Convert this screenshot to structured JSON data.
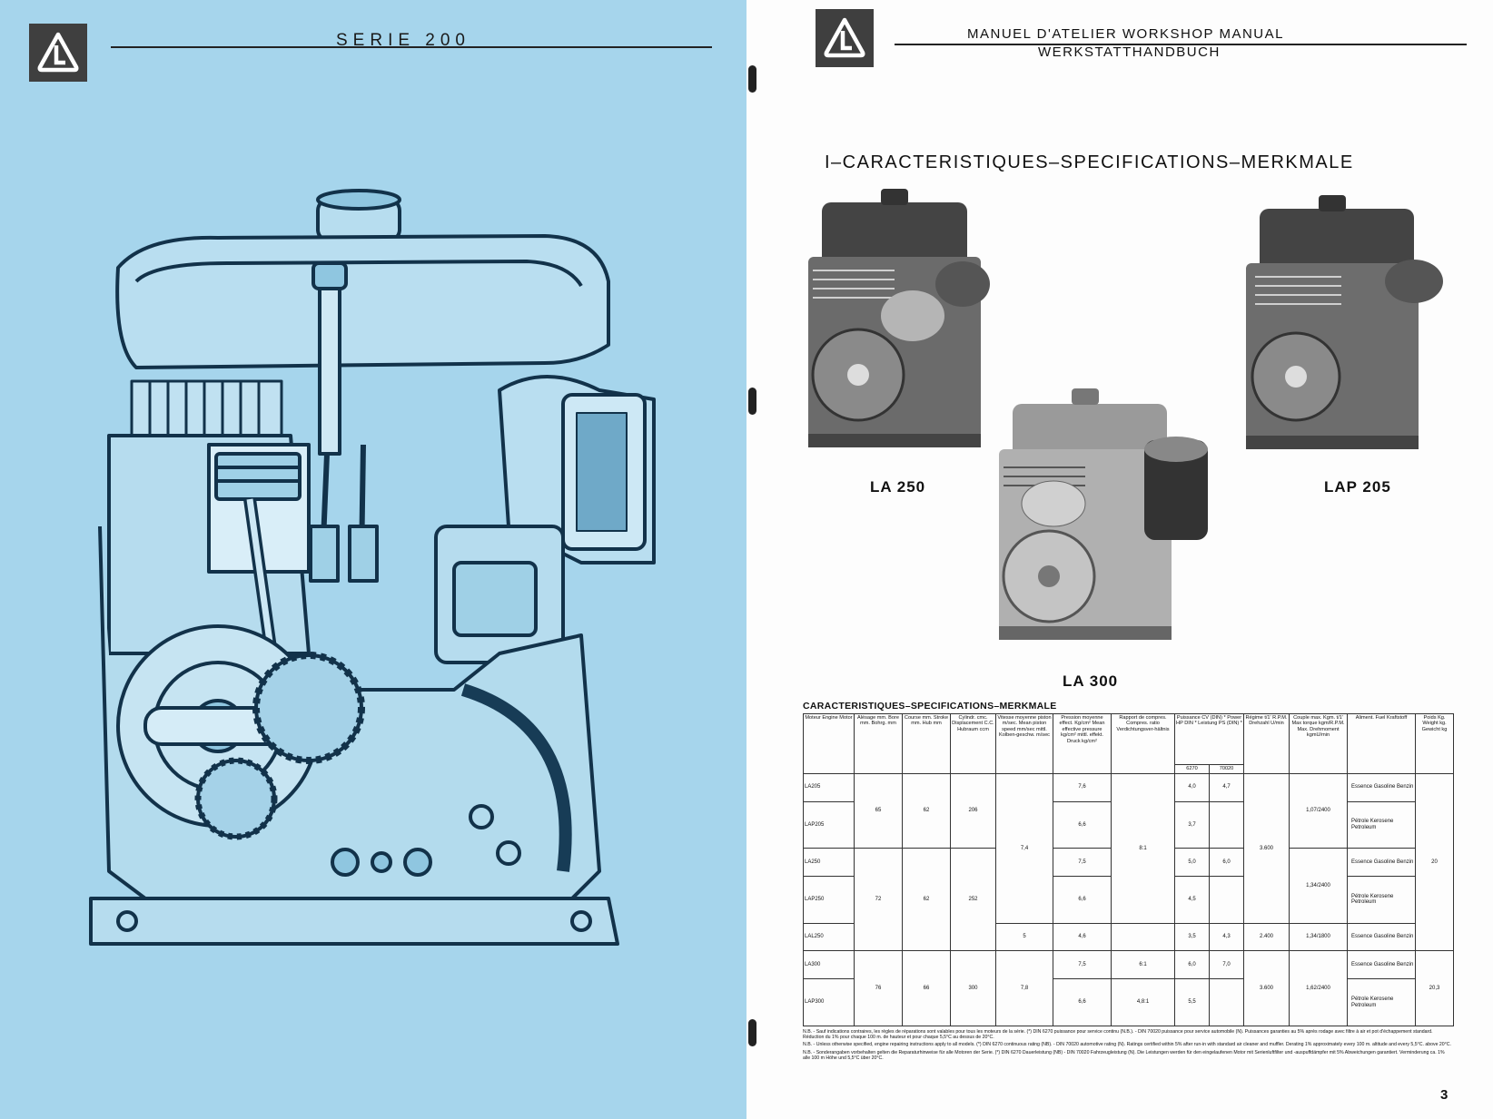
{
  "left_page": {
    "title": "SERIE 200"
  },
  "right_page": {
    "header_line1": "MANUEL D'ATELIER WORKSHOP MANUAL",
    "header_line2": "WERKSTATTHANDBUCH",
    "section_title": "I–CARACTERISTIQUES–SPECIFICATIONS–MERKMALE",
    "engines": [
      "LA 250",
      "LAP 205",
      "LA 300"
    ],
    "page_number": "3"
  },
  "table": {
    "title": "CARACTERISTIQUES–SPECIFICATIONS–MERKMALE",
    "headers": [
      "Moteur Engine Motor",
      "Alésage mm. Bore mm. Bohrg. mm",
      "Course mm. Stroke mm. Hub mm",
      "Cylindr. cmc. Displacement C.C. Hubraum ccm",
      "Vitesse moyenne piston m/sec. Mean piston speed mm/sec mittl. Kolben-geschw. m/sec",
      "Pression moyenne effect. Kg/cm² Mean effective pressure kg/cm² mittl. effekt. Druck kg/cm²",
      "Rapport de compres. Compres. ratio Verdichtungsver-hältnis",
      "Puissance CV (DIN) * Power HP DIN * Leistung PS (DIN) *",
      "Régime t/1' R.P.M. Drehzahl U/min",
      "Couple max. Kgm. t/1' Max torque kgm/R.P.M. Max. Drehmoment kgmU/min",
      "Aliment. Fuel Kraftstoff",
      "Poids Kg. Weight kg. Gewicht kg"
    ],
    "power_sub": [
      "6270",
      "70020"
    ],
    "models": [
      "LA205",
      "LAP205",
      "LA250",
      "LAP250",
      "LAL250",
      "LA300",
      "LAP300"
    ],
    "bore": [
      "65",
      "72",
      "76"
    ],
    "stroke": [
      "62",
      "62",
      "66"
    ],
    "displacement": [
      "206",
      "252",
      "300"
    ],
    "piston_speed": [
      "7,4",
      "5",
      "7,8"
    ],
    "pressure": [
      "7,6",
      "6,6",
      "7,5",
      "6,6",
      "4,6",
      "7,5",
      "6,6"
    ],
    "ratio": [
      "8:1",
      "6:1",
      "4,8:1"
    ],
    "power_6270": [
      "4,0",
      "3,7",
      "5,0",
      "4,5",
      "3,5",
      "6,0",
      "5,5"
    ],
    "power_70020": [
      "4,7",
      "6,0",
      "4,3",
      "7,0"
    ],
    "rpm": [
      "3.600",
      "2.400",
      "3.600"
    ],
    "torque": [
      "1,07/2400",
      "1,34/2400",
      "1,34/1800",
      "1,62/2400"
    ],
    "fuel_essence": "Essence Gasoline Benzin",
    "fuel_petrole": "Pétrole Kerosene Petroleum",
    "weight": [
      "20",
      "20,3"
    ]
  },
  "notes": [
    "N.B. - Sauf indications contraires, les règles de réparations sont valables pour tous les moteurs de la série. (*) DIN 6270 puissance pour service continu (N.B.). - DIN 70020 puissance pour service automobile (N). Puissances garanties au 5% après rodage avec filtre à air et pot d'échappement standard. Réduction du 1% pour chaque 100 m. de hauteur et pour chaque 5,5°C au dessus de 20°C.",
    "N.B. - Unless otherwise specified, engine repairing instructions apply to all models. (*) DIN 6270 continuous rating (NB). - DIN 70020 automotive rating (N). Ratings certified within 5% after run-in with standard air cleaner and muffler. Derating 1% approximately every 100 m. altitude and every 5,5°C. above 20°C.",
    "N.B. - Sonderangaben vorbehalten gelten die Reparaturhinweise für alle Motoren der Serie. (*) DIN 6270 Dauerleistung (NB) - DIN 70020 Fahrzeugleistung (N). Die Leistungen werden für den eingelaufenen Motor mit Serienluftfilter und -auspuffdämpfer mit 5% Abweichungen garantiert. Verminderung ca. 1% alle 100 m Höhe und 5,5°C über 20°C."
  ],
  "colors": {
    "left_bg": "#a6d5ec",
    "line_art": "#12324a",
    "logo_bg": "#3f3f3f"
  }
}
